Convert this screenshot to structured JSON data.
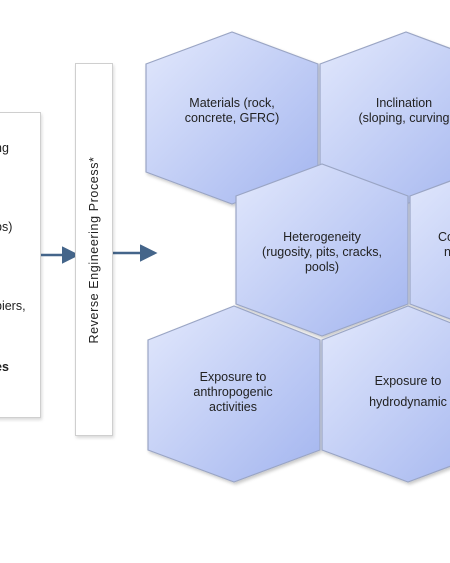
{
  "left_box": {
    "lines": [
      {
        "text": "ng",
        "bold": false
      },
      {
        "text": "ps)",
        "bold": false
      },
      {
        "text": "piers,",
        "bold": false
      },
      {
        "text": "es",
        "bold": true
      }
    ]
  },
  "process": {
    "label": "Reverse  Engineering  Process*"
  },
  "hexagons": [
    {
      "id": "materials",
      "lines": [
        "Materials (rock,",
        "concrete, GFRC)"
      ]
    },
    {
      "id": "inclination",
      "lines": [
        "Inclination",
        "(sloping, curving"
      ]
    },
    {
      "id": "heterogeneity",
      "lines": [
        "Heterogeneity",
        "(rugosity, pits, cracks,",
        "pools)"
      ]
    },
    {
      "id": "partial-right",
      "lines": [
        "Co",
        "n"
      ]
    },
    {
      "id": "anthropogenic",
      "lines": [
        "Exposure to",
        "anthropogenic",
        "activities"
      ]
    },
    {
      "id": "hydrodynamics",
      "lines": [
        "Exposure to",
        "hydrodynamic"
      ]
    }
  ],
  "colors": {
    "hex_fill_light": "#dde4fb",
    "hex_fill_dark": "#a9baf1",
    "hex_stroke": "#9aa5c4",
    "arrow": "#44658a"
  }
}
